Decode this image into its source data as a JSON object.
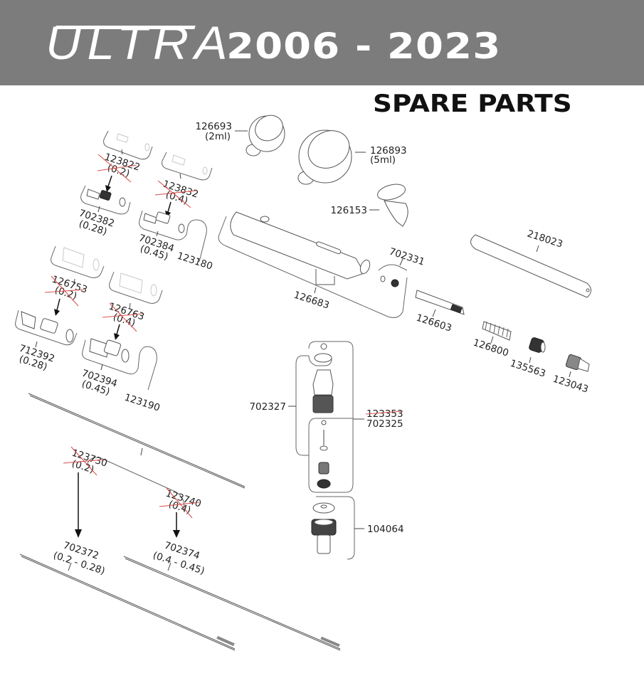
{
  "header": {
    "brand": "ULTRA",
    "years": "2006 - 2023",
    "subtitle": "SPARE PARTS",
    "background_color": "#7b7c7b"
  },
  "colors": {
    "strikethrough": "#d9534f",
    "line": "#555555",
    "text": "#222222"
  },
  "parts": {
    "cup_2ml": {
      "number": "126693",
      "desc": "(2ml)"
    },
    "cup_5ml": {
      "number": "126893",
      "desc": "(5ml)"
    },
    "trigger": {
      "number": "126153"
    },
    "body": {
      "number": "126683"
    },
    "handle": {
      "number": "218023"
    },
    "needle_guide": {
      "number": "702331"
    },
    "needle_tube": {
      "number": "126603"
    },
    "spring": {
      "number": "126800"
    },
    "needle_chucking_nut": {
      "number": "135563"
    },
    "spring_guide": {
      "number": "123043"
    },
    "nozzle_02_old": {
      "number": "123822",
      "desc": "(0.2)",
      "discontinued": true
    },
    "nozzle_028": {
      "number": "702382",
      "desc": "(0.28)"
    },
    "nozzle_04_old": {
      "number": "123832",
      "desc": "(0.4)",
      "discontinued": true
    },
    "nozzle_045": {
      "number": "702384",
      "desc": "(0.45)"
    },
    "nozzle_seal": {
      "number": "123180"
    },
    "cap_02_old": {
      "number": "126753",
      "desc": "(0.2)",
      "discontinued": true
    },
    "cap_028": {
      "number": "712392",
      "desc": "(0.28)"
    },
    "cap_04_old": {
      "number": "126763",
      "desc": "(0.4)",
      "discontinued": true
    },
    "cap_045": {
      "number": "702394",
      "desc": "(0.45)"
    },
    "cap_seal": {
      "number": "123190"
    },
    "valve_assembly": {
      "number": "702327"
    },
    "valve_old": {
      "number": "123353",
      "discontinued": true
    },
    "valve_new": {
      "number": "702325"
    },
    "hose_connector": {
      "number": "104064"
    },
    "needle_02_old": {
      "number": "123730",
      "desc": "(0.2)",
      "discontinued": true
    },
    "needle_04_old": {
      "number": "123740",
      "desc": "(0.4)",
      "discontinued": true
    },
    "needle_02_028": {
      "number": "702372",
      "desc": "(0.2 - 0.28)"
    },
    "needle_04_045": {
      "number": "702374",
      "desc": "(0.4 - 0.45)"
    }
  }
}
